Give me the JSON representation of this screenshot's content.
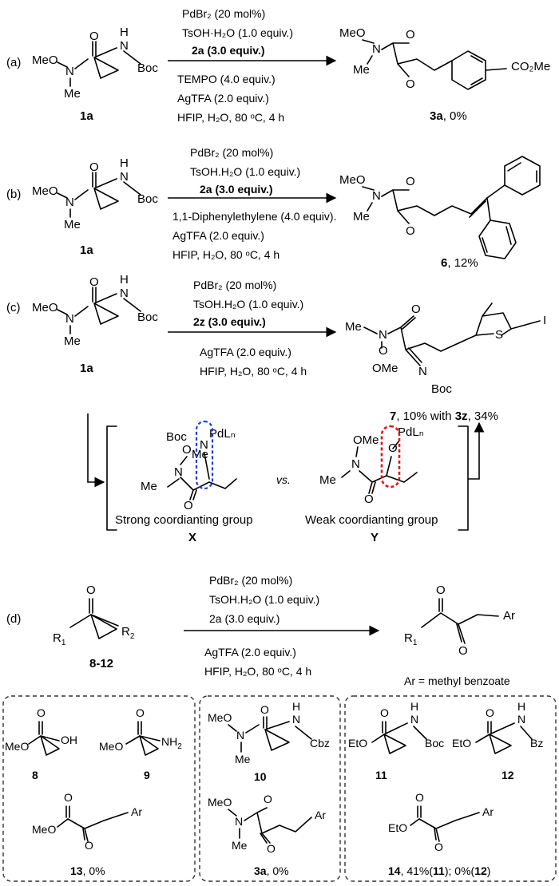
{
  "panels": {
    "a": {
      "letter": "(a)",
      "reagents_above": [
        "PdBr₂ (20 mol%)",
        "TsOH·H₂O (1.0 equiv.)",
        "2a (3.0 equiv.)"
      ],
      "reagents_below": [
        "TEMPO (4.0 equiv.)",
        "AgTFA (2.0 equiv.)",
        "HFIP, H₂O, 80 ᵒC, 4 h"
      ],
      "sm_label": "1a",
      "product_label": "3a",
      "product_yield": ", 0%",
      "atoms": {
        "meo": "MeO",
        "n": "N",
        "me": "Me",
        "o": "O",
        "nh": "N",
        "h": "H",
        "boc": "Boc",
        "p_me_top": "MeO",
        "p_n": "N",
        "p_me": "Me",
        "p_o1": "O",
        "p_o2": "O",
        "p_co2me": "CO₂Me"
      }
    },
    "b": {
      "letter": "(b)",
      "reagents_above": [
        "PdBr₂ (20 mol%)",
        "TsOH.H₂O (1.0 equiv.)",
        "2a (3.0 equiv.)"
      ],
      "reagents_below": [
        "1,1-Diphenylethylene (4.0 equiv).",
        "AgTFA (2.0 equiv.)",
        "HFIP, H₂O, 80 ᵒC, 4 h"
      ],
      "sm_label": "1a",
      "product_label": "6",
      "product_yield": ", 12%"
    },
    "c": {
      "letter": "(c)",
      "reagents_above": [
        "PdBr₂ (20 mol%)",
        "TsOH.H₂O (1.0 equiv.)",
        "2z (3.0 equiv.)"
      ],
      "reagents_below": [
        "AgTFA (2.0 equiv.)",
        "HFIP, H₂O, 80 ᵒC, 4 h"
      ],
      "sm_label": "1a",
      "product_label": "7",
      "product_yield": ", 10% with ",
      "product_label2": "3z",
      "product_yield2": ", 34%",
      "vs": "vs.",
      "x_caption": "Strong coordianting group",
      "x_label": "X",
      "y_caption": "Weak coordianting group",
      "y_label": "Y",
      "pdl": "PdLₙ"
    },
    "d": {
      "letter": "(d)",
      "reagents_above": [
        "PdBr₂ (20 mol%)",
        "TsOH.H₂O (1.0 equiv.)",
        "2a (3.0 equiv.)"
      ],
      "reagents_below": [
        "AgTFA (2.0 equiv.)",
        "HFIP, H₂O, 80 ᵒC, 4 h"
      ],
      "sm_label": "8-12",
      "ar_note": "Ar = methyl benzoate"
    }
  },
  "substrates": {
    "s8": "8",
    "s9": "9",
    "s10": "10",
    "s11": "11",
    "s12": "12",
    "p13_label": "13",
    "p13_yield": ", 0%",
    "p3a_label": "3a",
    "p3a_yield": ", 0%",
    "p14_label": "14",
    "p14_yield": ", 41%(",
    "p14_a": "11",
    "p14_b": "); 0%(",
    "p14_c": "12",
    "p14_d": ")"
  },
  "chart_data": {
    "type": "table",
    "entries": [
      {
        "substrate": "1a",
        "product": "3a",
        "yield_pct": 0
      },
      {
        "substrate": "1a",
        "product": "6",
        "yield_pct": 12
      },
      {
        "substrate": "1a",
        "product": "7",
        "yield_pct": 10
      },
      {
        "substrate": "1a",
        "product": "3z",
        "yield_pct": 34
      },
      {
        "substrate": "8",
        "product": "13",
        "yield_pct": 0
      },
      {
        "substrate": "10",
        "product": "3a",
        "yield_pct": 0
      },
      {
        "substrate": "11",
        "product": "14",
        "yield_pct": 41
      },
      {
        "substrate": "12",
        "product": "14",
        "yield_pct": 0
      }
    ]
  }
}
